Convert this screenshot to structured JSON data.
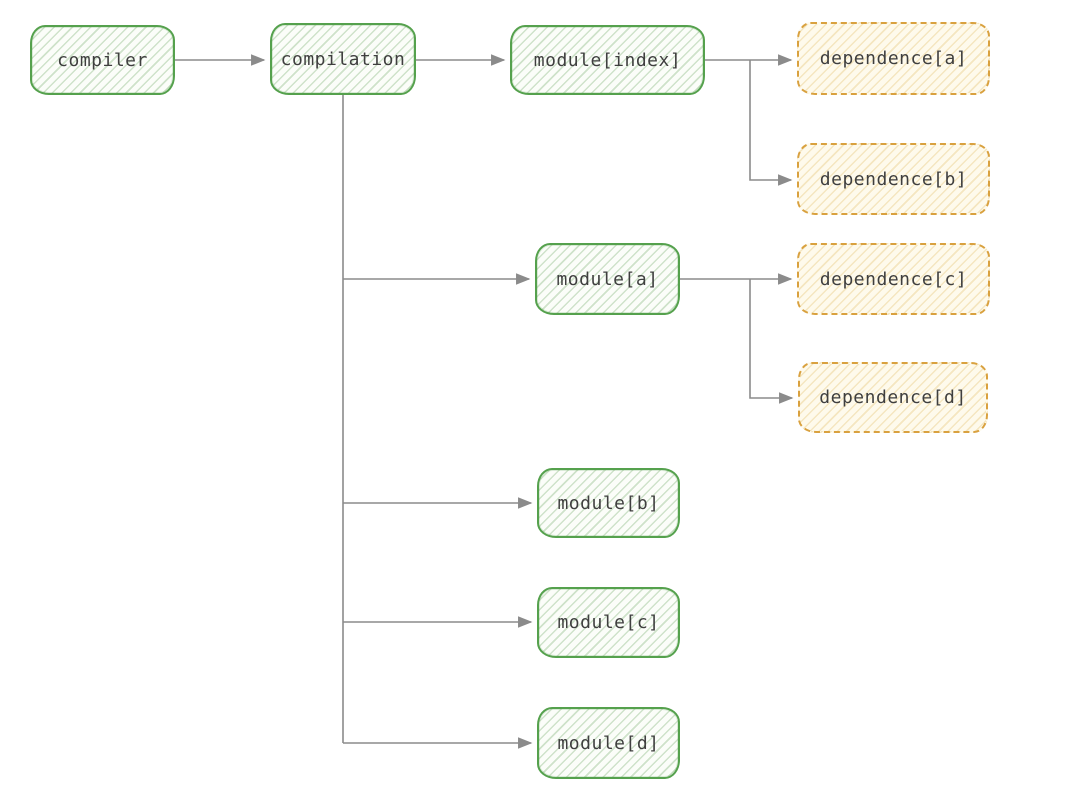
{
  "diagram": {
    "type": "flowchart",
    "background": "#ffffff",
    "colors": {
      "green_node_border": "#55a14d",
      "green_node_fill": "#fbfdf9",
      "green_node_hatch": "#cfe3c8",
      "orange_node_border": "#d9a13f",
      "orange_node_fill": "#fefaec",
      "orange_node_hatch": "#f2e3bd",
      "connector": "#8b8b8b",
      "text": "#3f3f3f"
    },
    "nodes": [
      {
        "id": "compiler",
        "label": "compiler",
        "kind": "green-solid"
      },
      {
        "id": "compilation",
        "label": "compilation",
        "kind": "green-solid"
      },
      {
        "id": "module-index",
        "label": "module[index]",
        "kind": "green-solid"
      },
      {
        "id": "module-a",
        "label": "module[a]",
        "kind": "green-solid"
      },
      {
        "id": "module-b",
        "label": "module[b]",
        "kind": "green-solid"
      },
      {
        "id": "module-c",
        "label": "module[c]",
        "kind": "green-solid"
      },
      {
        "id": "module-d",
        "label": "module[d]",
        "kind": "green-solid"
      },
      {
        "id": "dependence-a",
        "label": "dependence[a]",
        "kind": "orange-dashed"
      },
      {
        "id": "dependence-b",
        "label": "dependence[b]",
        "kind": "orange-dashed"
      },
      {
        "id": "dependence-c",
        "label": "dependence[c]",
        "kind": "orange-dashed"
      },
      {
        "id": "dependence-d",
        "label": "dependence[d]",
        "kind": "orange-dashed"
      }
    ],
    "edges": [
      {
        "from": "compiler",
        "to": "compilation"
      },
      {
        "from": "compilation",
        "to": "module-index"
      },
      {
        "from": "compilation",
        "to": "module-a"
      },
      {
        "from": "compilation",
        "to": "module-b"
      },
      {
        "from": "compilation",
        "to": "module-c"
      },
      {
        "from": "compilation",
        "to": "module-d"
      },
      {
        "from": "module-index",
        "to": "dependence-a"
      },
      {
        "from": "module-index",
        "to": "dependence-b"
      },
      {
        "from": "module-a",
        "to": "dependence-c"
      },
      {
        "from": "module-a",
        "to": "dependence-d"
      }
    ]
  }
}
